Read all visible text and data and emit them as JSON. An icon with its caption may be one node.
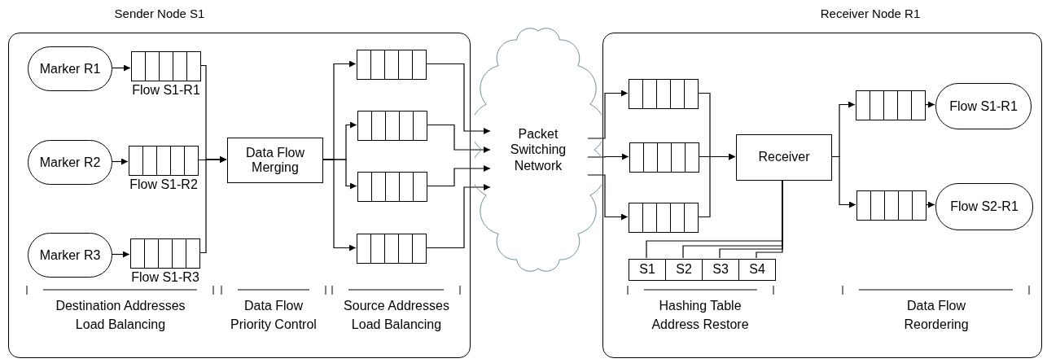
{
  "diagram": {
    "nodes": [
      {
        "text": [
          "Sender Node S1"
        ]
      },
      {
        "text": [
          "Marker R1"
        ],
        "in": 0
      },
      {
        "text": [],
        "shape": "box",
        "beside": [
          "Flow S1-R1"
        ],
        "in": 0
      },
      {
        "text": [
          "Marker R2"
        ],
        "in": 0
      },
      {
        "text": [],
        "shape": "box",
        "beside": [
          "Flow S1-R2"
        ],
        "in": 0
      },
      {
        "text": [
          "Marker R3"
        ],
        "in": 0
      },
      {
        "text": [],
        "shape": "box",
        "beside": [
          "Flow S1-R3"
        ],
        "in": 0
      },
      {
        "text": [
          "Data Flow Merging"
        ],
        "in": 0
      },
      {
        "text": [],
        "shape": "box",
        "in": 0
      },
      {
        "text": [],
        "shape": "box",
        "in": 0
      },
      {
        "text": [],
        "shape": "box",
        "in": 0
      },
      {
        "text": [],
        "shape": "box",
        "in": 0
      },
      {
        "text": [
          "Packet Switching Network"
        ]
      },
      {
        "text": [
          "Receiver Node R1"
        ]
      },
      {
        "text": [],
        "shape": "box",
        "in": 13
      },
      {
        "text": [],
        "shape": "box",
        "in": 13
      },
      {
        "text": [],
        "shape": "box",
        "in": 13
      },
      {
        "text": [
          "Receiver"
        ],
        "in": 13
      },
      {
        "text": [
          "S1"
        ],
        "in": 13
      },
      {
        "text": [
          "S2"
        ],
        "in": 13
      },
      {
        "text": [
          "S3"
        ],
        "in": 13
      },
      {
        "text": [
          "S4"
        ],
        "in": 13
      },
      {
        "text": [],
        "shape": "box",
        "in": 13
      },
      {
        "text": [
          "Flow S1-R1"
        ],
        "in": 13
      },
      {
        "text": [],
        "shape": "box",
        "in": 13
      },
      {
        "text": [
          "Flow S2-R1"
        ],
        "in": 13
      }
    ],
    "edges": [
      {
        "from": 1,
        "to": 2,
        "arrow": "to"
      },
      {
        "from": 3,
        "to": 4,
        "arrow": "to"
      },
      {
        "from": 5,
        "to": 6,
        "arrow": "to"
      },
      {
        "from": 2,
        "to": 7,
        "arrow": "to"
      },
      {
        "from": 4,
        "to": 7,
        "arrow": "to"
      },
      {
        "from": 6,
        "to": 7,
        "arrow": "to"
      },
      {
        "from": 7,
        "to": 8,
        "arrow": "to"
      },
      {
        "from": 7,
        "to": 9,
        "arrow": "to"
      },
      {
        "from": 7,
        "to": 10,
        "arrow": "to"
      },
      {
        "from": 7,
        "to": 11,
        "arrow": "to"
      },
      {
        "from": 8,
        "to": 12,
        "arrow": "to"
      },
      {
        "from": 9,
        "to": 12,
        "arrow": "to"
      },
      {
        "from": 10,
        "to": 12,
        "arrow": "to"
      },
      {
        "from": 11,
        "to": 12,
        "arrow": "to"
      },
      {
        "from": 12,
        "to": 14,
        "arrow": "to"
      },
      {
        "from": 12,
        "to": 15,
        "arrow": "to"
      },
      {
        "from": 12,
        "to": 16,
        "arrow": "to"
      },
      {
        "from": 14,
        "to": 17,
        "arrow": "to"
      },
      {
        "from": 15,
        "to": 17,
        "arrow": "to"
      },
      {
        "from": 16,
        "to": 17,
        "arrow": "to"
      },
      {
        "from": 17,
        "to": 22,
        "arrow": "to"
      },
      {
        "from": 17,
        "to": 24,
        "arrow": "to"
      },
      {
        "from": 22,
        "to": 23,
        "arrow": "to"
      },
      {
        "from": 24,
        "to": 25,
        "arrow": "to"
      },
      {
        "from": 17,
        "to": 18,
        "arrow": "none"
      },
      {
        "from": 17,
        "to": 19,
        "arrow": "none"
      },
      {
        "from": 17,
        "to": 20,
        "arrow": "none"
      },
      {
        "from": 17,
        "to": 21,
        "arrow": "none"
      }
    ],
    "labels": [
      "Destination Addresses Load Balancing",
      "Data Flow Priority Control",
      "Source Addresses Load Balancing",
      "Hashing Table Address Restore",
      "Data Flow Reordering"
    ]
  }
}
